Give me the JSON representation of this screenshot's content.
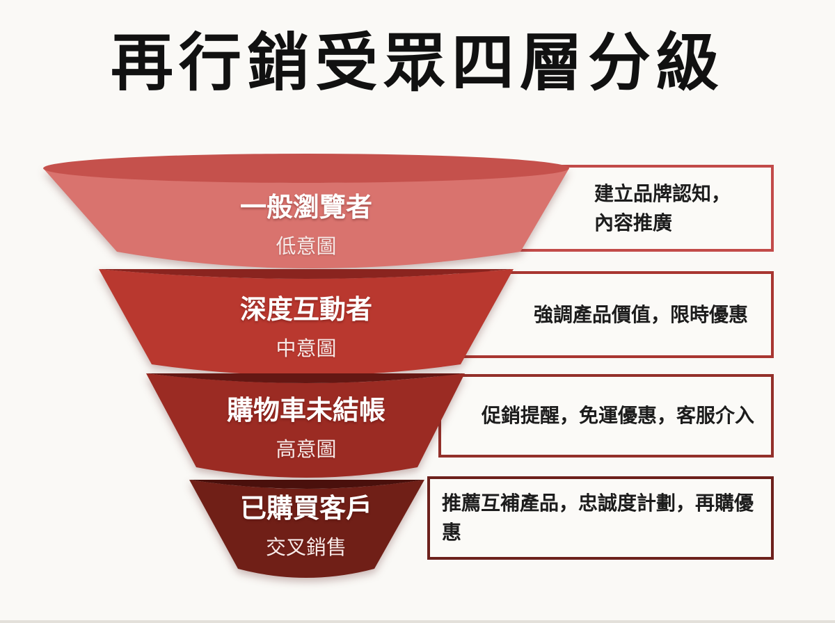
{
  "title": "再行銷受眾四層分級",
  "funnel": {
    "layers": [
      {
        "label": "一般瀏覽者",
        "sublabel": "低意圖",
        "body_color": "#d9736e",
        "rim_color": "#c5514c",
        "note": [
          "建立品牌認知，",
          "內容推廣"
        ],
        "note_border_color": "#c24b49"
      },
      {
        "label": "深度互動者",
        "sublabel": "中意圖",
        "body_color": "#b9382f",
        "rim_color": "#8a241f",
        "note": [
          "強調產品價值，限時優惠"
        ],
        "note_border_color": "#a83631"
      },
      {
        "label": "購物車未結帳",
        "sublabel": "高意圖",
        "body_color": "#9b2b23",
        "rim_color": "#641713",
        "note": [
          "促銷提醒，免運優惠，客服介入"
        ],
        "note_border_color": "#93302a"
      },
      {
        "label": "已購買客戶",
        "sublabel": "交叉銷售",
        "body_color": "#701f17",
        "rim_color": "#4a100c",
        "note": [
          "推薦互補產品，忠誠度計劃，再購優",
          "惠"
        ],
        "note_border_color": "#6d211c"
      }
    ]
  },
  "colors": {
    "background": "#faf9f6",
    "title_text": "#111111",
    "note_text": "#1c1c1c",
    "funnel_label_text": "#ffffff"
  }
}
